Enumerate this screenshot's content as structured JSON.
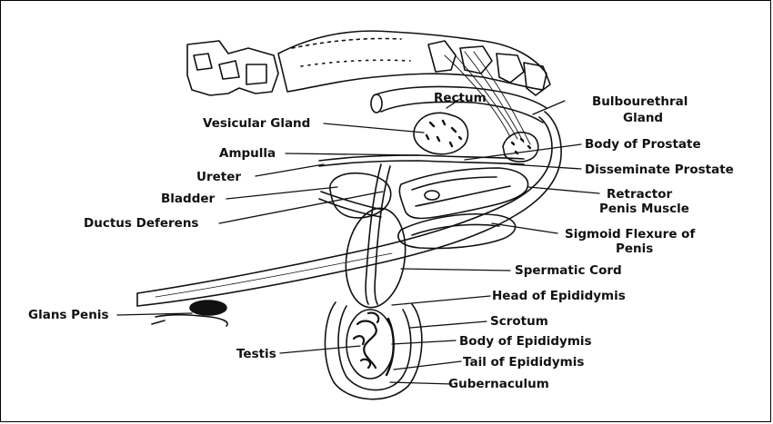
{
  "labels": {
    "rectum": "Rectum",
    "bulbourethral_gland": [
      "Bulbourethral",
      "Gland"
    ],
    "vesicular_gland": "Vesicular Gland",
    "ampulla": "Ampulla",
    "ureter": "Ureter",
    "bladder": "Bladder",
    "ductus_deferens": "Ductus Deferens",
    "body_of_prostate": "Body of Prostate",
    "disseminate_prostate": "Disseminate Prostate",
    "retractor_penis_muscle": [
      "Retractor",
      "Penis Muscle"
    ],
    "sigmoid_flexure": [
      "Sigmoid Flexure of",
      "Penis"
    ],
    "spermatic_cord": "Spermatic Cord",
    "head_of_epididymis": "Head of Epididymis",
    "glans_penis": "Glans Penis",
    "scrotum": "Scrotum",
    "testis": "Testis",
    "body_of_epididymis": "Body of Epididymis",
    "tail_of_epididymis": "Tail of Epididymis",
    "gubernaculum": "Gubernaculum"
  },
  "style": {
    "line_color": "#111111",
    "background": "#ffffff"
  }
}
